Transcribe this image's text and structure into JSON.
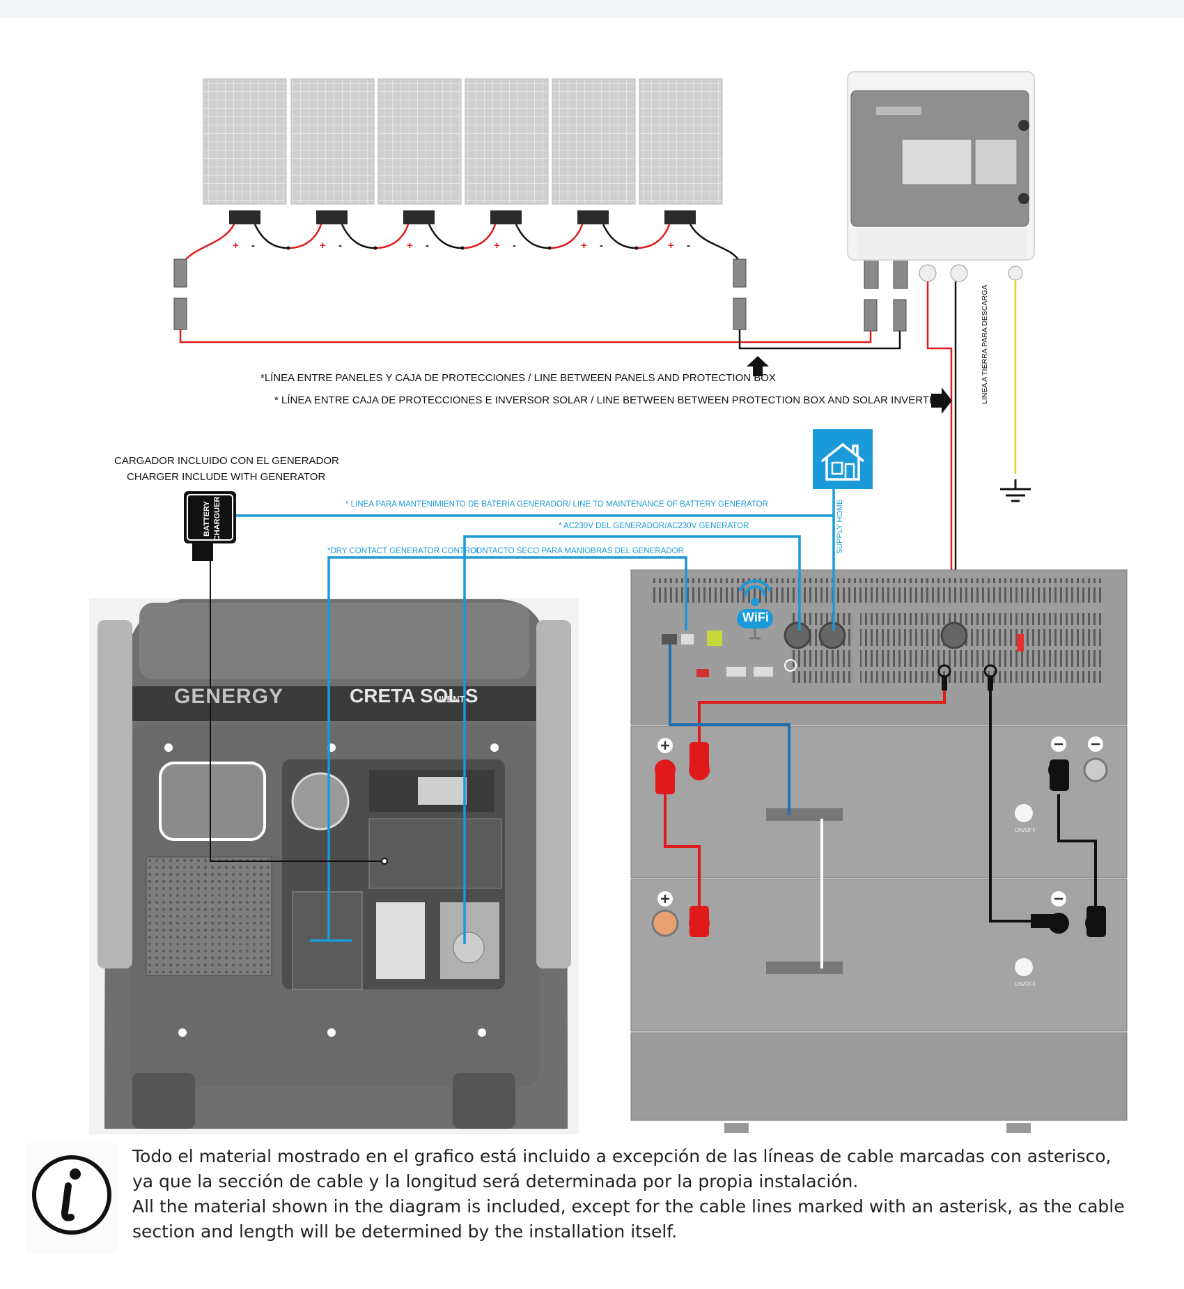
{
  "labels": {
    "line_panels_box": "*LÍNEA ENTRE PANELES Y CAJA DE PROTECCIONES / LINE BETWEEN  PANELS AND PROTECTION BOX",
    "line_box_inverter": "* LÍNEA ENTRE CAJA DE PROTECCIONES E INVERSOR SOLAR / LINE BETWEEN  BETWEEN PROTECTION BOX AND SOLAR INVERTER",
    "ground_line": "LINEA A TIERRA PARA DESCARGA",
    "charger_es": "CARGADOR INCLUIDO CON EL GENERADOR",
    "charger_en": "CHARGER INCLUDE WITH GENERATOR",
    "charger_device": "BATTERY CHARGUER",
    "line_maintenance": "* LINEA PARA MANTENIMIENTO DE BATERÍA GENERADOR/ LINE TO MAINTENANCE OF BATTERY GENERATOR",
    "line_ac230": "* AC230V DEL GENERADOR/AC230V GENERATOR",
    "line_dry_contact_en": "*DRY CONTACT GENERATOR CONTROL",
    "line_dry_contact_es": "CONTACTO SECO PARA MANIOBRAS DEL GENERADOR",
    "supply_home": "SUPPLY HOME",
    "wifi": "WiFi",
    "generator_brand": "GENERGY",
    "generator_model": "CRETA SOL S",
    "generator_model_suffix": "ILENT",
    "battery_onoff": "ON/OFF",
    "plus_sign": "+",
    "minus_sign": "−"
  },
  "note": {
    "es": "Todo el material mostrado en el grafico está incluido a excepción de las líneas de cable marcadas con asterisco, ya que la sección de cable y la longitud será determinada por la propia instalación.",
    "en": "All the material shown in the diagram is included, except for the cable lines marked with an asterisk, as the cable section and length will be determined by the installation itself."
  },
  "icons": [
    "solar-panel-icon",
    "protection-box-icon",
    "house-icon",
    "ground-icon",
    "wifi-icon",
    "battery-charger-icon",
    "generator-icon",
    "inverter-icon",
    "battery-module-icon",
    "info-icon",
    "arrow-up-icon",
    "arrow-right-icon"
  ],
  "colors": {
    "dc_positive": "#e01a1a",
    "dc_negative": "#111111",
    "ac_line": "#1a9ad6",
    "ground": "#d8d820",
    "house_box": "#1b9ad9"
  }
}
